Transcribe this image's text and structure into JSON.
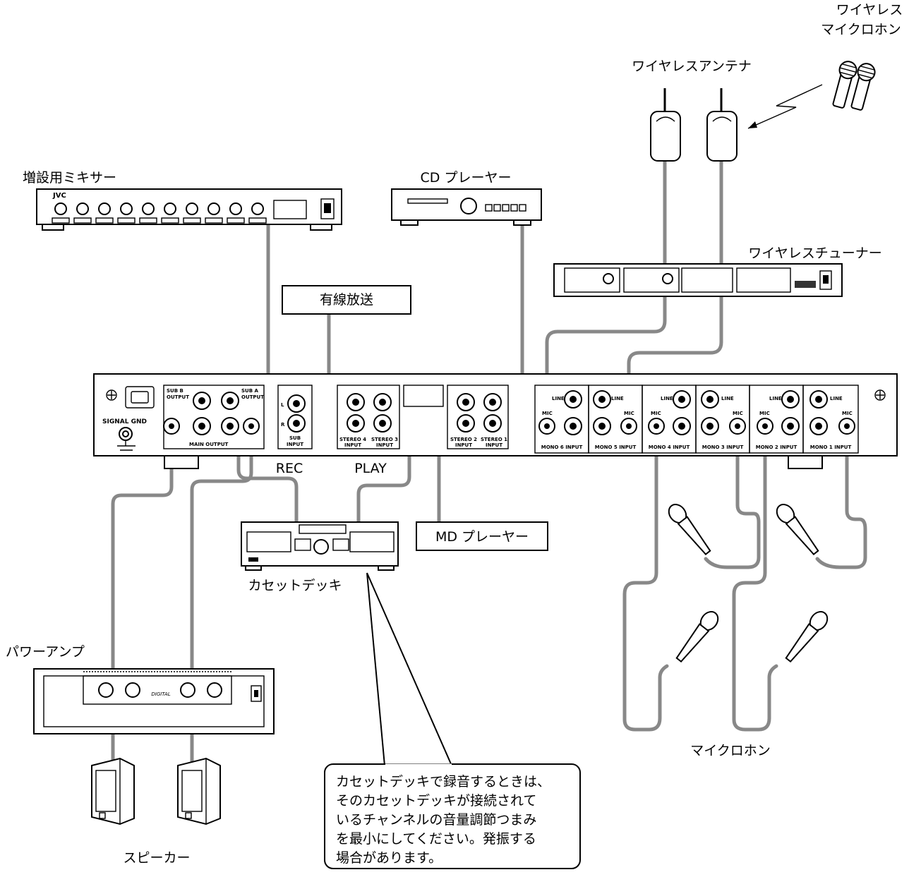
{
  "labels": {
    "wireless_mic": [
      "ワイヤレス",
      "マイクロホン"
    ],
    "wireless_antenna": "ワイヤレスアンテナ",
    "expansion_mixer": "増設用ミキサー",
    "cd_player": "CD プレーヤー",
    "wireless_tuner": "ワイヤレスチューナー",
    "wired_broadcast": "有線放送",
    "rec": "REC",
    "play": "PLAY",
    "md_player": "MD プレーヤー",
    "cassette_deck": "カセットデッキ",
    "power_amp": "パワーアンプ",
    "speaker": "スピーカー",
    "microphone": "マイクロホン"
  },
  "note": [
    "カセットデッキで録音するときは、",
    "そのカセットデッキが接続されて",
    "いるチャンネルの音量調節つまみ",
    "を最小にしてください。発振する",
    "場合があります。"
  ],
  "panel": {
    "signal_gnd": "SIGNAL GND",
    "sub_b_output": [
      "SUB B",
      "OUTPUT"
    ],
    "sub_a_output": [
      "SUB A",
      "OUTPUT"
    ],
    "main_output": "MAIN OUTPUT",
    "sub_input": [
      "SUB",
      "INPUT"
    ],
    "stereo4": [
      "STEREO 4",
      "INPUT"
    ],
    "stereo3": [
      "STEREO 3",
      "INPUT"
    ],
    "stereo2": [
      "STEREO 2",
      "INPUT"
    ],
    "stereo1": [
      "STEREO 1",
      "INPUT"
    ],
    "mono_inputs": [
      "MONO 6 INPUT",
      "MONO 5 INPUT",
      "MONO 4 INPUT",
      "MONO 3 INPUT",
      "MONO 2 INPUT",
      "MONO 1 INPUT"
    ],
    "line": "LINE",
    "mic": "MIC",
    "l": "L",
    "r": "R"
  },
  "mixer_brand": "JVC",
  "amp_brand": "DIGITAL"
}
